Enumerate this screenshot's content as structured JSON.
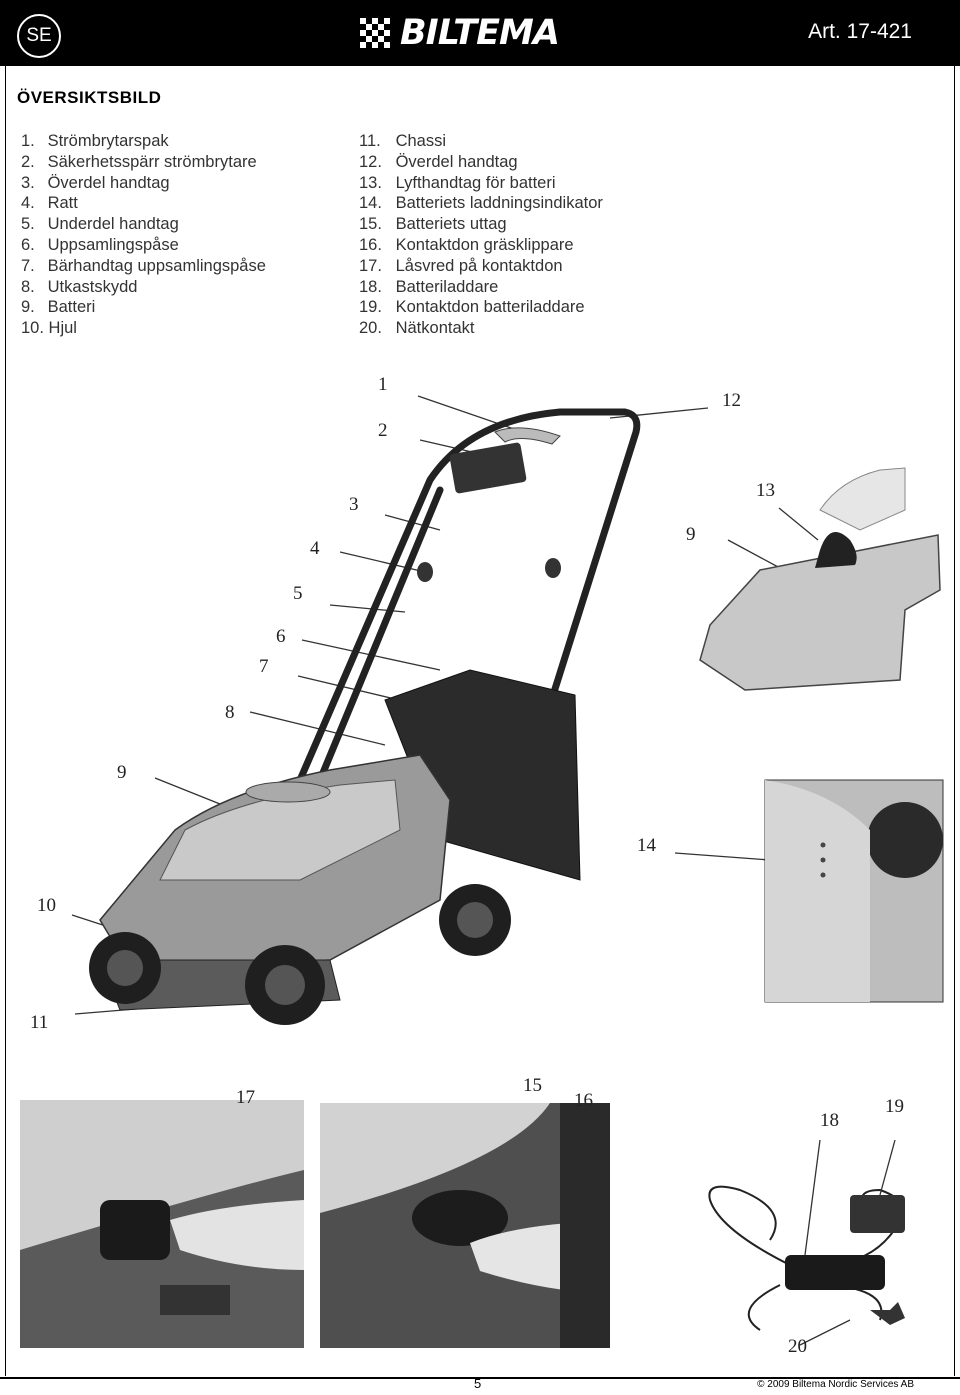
{
  "header": {
    "lang": "SE",
    "brand": "BILTEMA",
    "article": "Art. 17-421"
  },
  "section_title": "ÖVERSIKTSBILD",
  "parts_left": [
    {
      "num": "1.",
      "label": "Strömbrytarspak"
    },
    {
      "num": "2.",
      "label": "Säkerhetsspärr strömbrytare"
    },
    {
      "num": "3.",
      "label": "Överdel handtag"
    },
    {
      "num": "4.",
      "label": "Ratt"
    },
    {
      "num": "5.",
      "label": "Underdel handtag"
    },
    {
      "num": "6.",
      "label": "Uppsamlingspåse"
    },
    {
      "num": "7.",
      "label": "Bärhandtag uppsamlingspåse"
    },
    {
      "num": "8.",
      "label": "Utkastskydd"
    },
    {
      "num": "9.",
      "label": "Batteri"
    },
    {
      "num": "10.",
      "label": "Hjul"
    }
  ],
  "parts_right": [
    {
      "num": "11.",
      "label": "Chassi"
    },
    {
      "num": "12.",
      "label": "Överdel handtag"
    },
    {
      "num": "13.",
      "label": "Lyfthandtag för batteri"
    },
    {
      "num": "14.",
      "label": "Batteriets laddningsindikator"
    },
    {
      "num": "15.",
      "label": "Batteriets uttag"
    },
    {
      "num": "16.",
      "label": "Kontaktdon gräsklippare"
    },
    {
      "num": "17.",
      "label": "Låsvred på kontaktdon"
    },
    {
      "num": "18.",
      "label": "Batteriladdare"
    },
    {
      "num": "19.",
      "label": "Kontaktdon batteriladdare"
    },
    {
      "num": "20.",
      "label": "Nätkontakt"
    }
  ],
  "callouts": {
    "c1": "1",
    "c2": "2",
    "c3": "3",
    "c4": "4",
    "c5": "5",
    "c6": "6",
    "c7": "7",
    "c8": "8",
    "c9a": "9",
    "c10": "10",
    "c11": "11",
    "c12": "12",
    "c13": "13",
    "c9b": "9",
    "c14": "14",
    "c15": "15",
    "c16": "16",
    "c17": "17",
    "c18": "18",
    "c19": "19",
    "c20": "20"
  },
  "footer": {
    "page": "5",
    "copyright": "© 2009 Biltema Nordic Services AB"
  }
}
